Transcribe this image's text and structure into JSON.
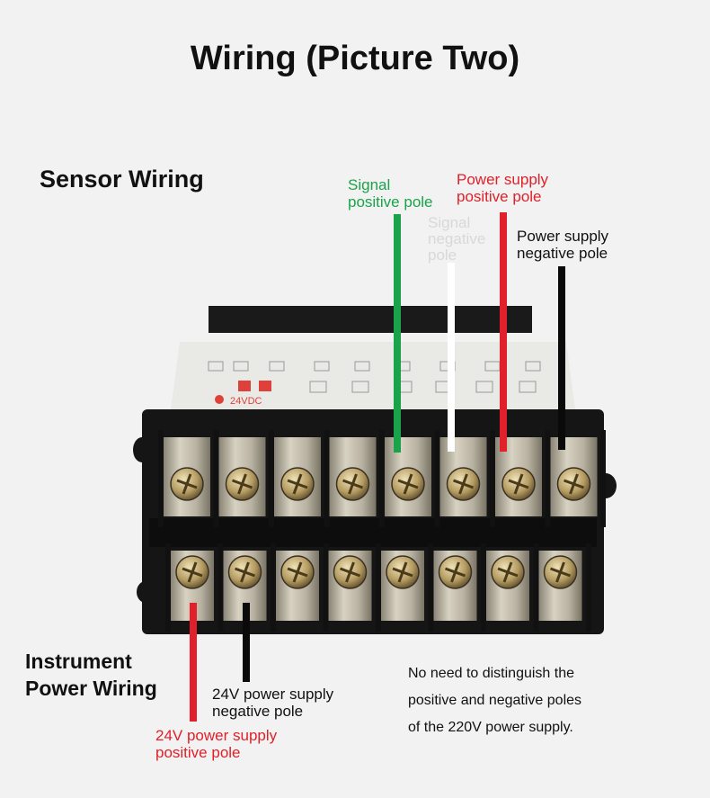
{
  "title": "Wiring (Picture Two)",
  "sections": {
    "sensor": "Sensor Wiring",
    "instrument_line1": "Instrument",
    "instrument_line2": "Power Wiring"
  },
  "labels": {
    "signal_positive": [
      "Signal",
      "positive pole"
    ],
    "power_positive": [
      "Power supply",
      "positive pole"
    ],
    "signal_negative": [
      "Signal",
      "negative",
      "pole"
    ],
    "power_negative": [
      "Power supply",
      "negative pole"
    ],
    "v24_negative": [
      "24V power supply",
      "negative pole"
    ],
    "v24_positive": [
      "24V power supply",
      "positive pole"
    ]
  },
  "device_label": "24VDC",
  "note": [
    "No need to distinguish the",
    "positive and negative poles",
    "of the 220V power supply."
  ],
  "colors": {
    "green": "#1aa34a",
    "red": "#e0202a",
    "black": "#0a0a0a",
    "white": "#ffffff",
    "gray_label": "#d8d8d8"
  }
}
